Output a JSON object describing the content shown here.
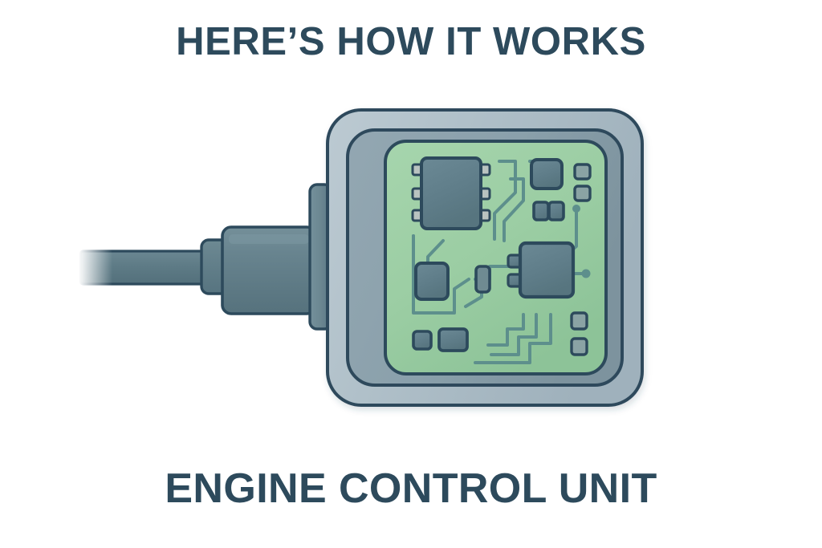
{
  "headline": "HERE’S HOW IT WORKS",
  "caption": "ENGINE CONTROL UNIT",
  "illustration": {
    "name": "engine-control-unit-illustration",
    "subject": "Engine Control Unit with attached wiring harness connector",
    "colors": {
      "background": "#ffffff",
      "text": "#2d4a5c",
      "outline": "#2d4a5c",
      "shell_outer": "#b3c2cb",
      "shell_outer_shade": "#9fb0bb",
      "shell_inner": "#8fa3ae",
      "shell_inner_shade": "#7f949f",
      "pcb_green": "#9ccfa4",
      "pcb_green_shade": "#8cc396",
      "trace": "#5d8f8c",
      "chip_body": "#61808c",
      "chip_body_dark": "#55737f",
      "chip_pin": "#b9c3c0",
      "connector_body": "#5f7c88",
      "connector_light": "#6f8b95",
      "cable": "#5e7b86",
      "flange": "#6b8793"
    },
    "parts": [
      {
        "id": "cable",
        "label": "wiring harness cable"
      },
      {
        "id": "collar",
        "label": "cable strain relief collar"
      },
      {
        "id": "connector-body",
        "label": "connector plug body"
      },
      {
        "id": "flange",
        "label": "connector mounting flange"
      },
      {
        "id": "housing-outer",
        "label": "ECU outer housing"
      },
      {
        "id": "housing-inner",
        "label": "ECU inner frame"
      },
      {
        "id": "pcb",
        "label": "printed circuit board"
      }
    ],
    "pcb_components": [
      {
        "id": "ic-main-dip",
        "label": "8-pin integrated circuit",
        "pins": 6
      },
      {
        "id": "chip-top-right",
        "label": "small square chip"
      },
      {
        "id": "pad-top-right-1",
        "label": "solder pad"
      },
      {
        "id": "pad-top-right-2",
        "label": "solder pad"
      },
      {
        "id": "cap-pair",
        "label": "paired capacitors"
      },
      {
        "id": "chip-processor",
        "label": "main processor chip"
      },
      {
        "id": "chip-mid-left",
        "label": "memory chip"
      },
      {
        "id": "resistor-vertical",
        "label": "vertical resistor"
      },
      {
        "id": "component-bottom-small",
        "label": "small component"
      },
      {
        "id": "component-bottom-wide",
        "label": "wide component"
      },
      {
        "id": "pad-bottom-right-1",
        "label": "solder pad"
      },
      {
        "id": "pad-bottom-right-2",
        "label": "solder pad"
      },
      {
        "id": "via-node-1",
        "label": "trace via node"
      },
      {
        "id": "via-node-2",
        "label": "trace via node"
      }
    ]
  }
}
